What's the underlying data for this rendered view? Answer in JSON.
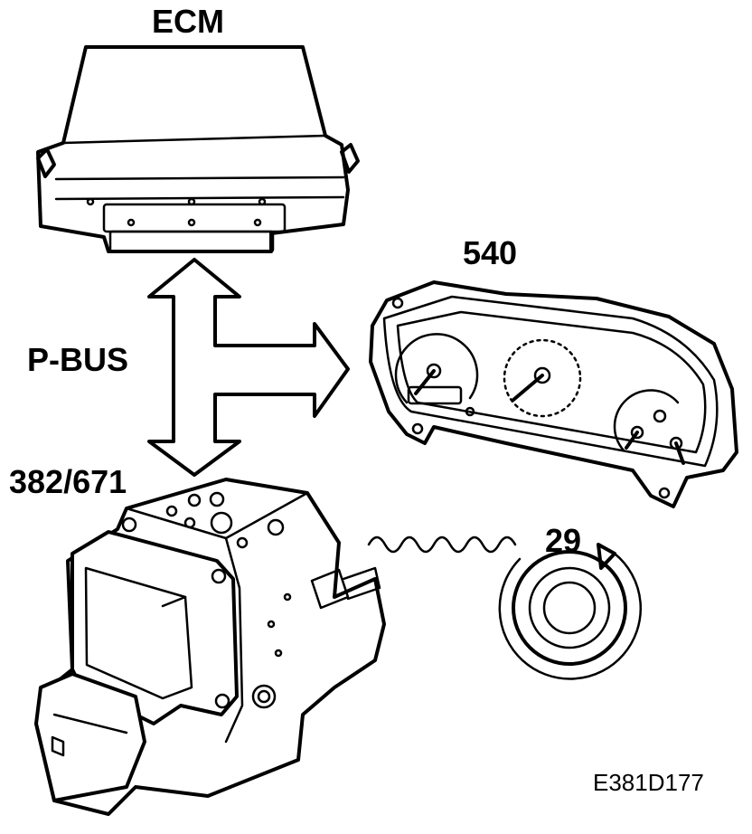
{
  "labels": {
    "ecm": "ECM",
    "cluster": "540",
    "bus": "P-BUS",
    "abs": "382/671",
    "sensor": "29",
    "figure_id": "E381D177"
  },
  "colors": {
    "ink": "#000000",
    "paper": "#ffffff"
  }
}
